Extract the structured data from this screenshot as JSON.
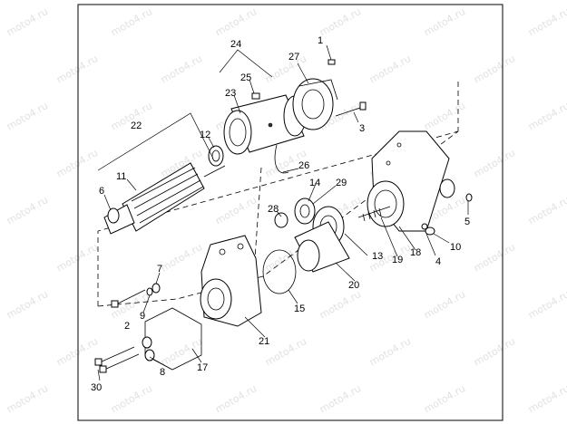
{
  "diagram": {
    "callouts": [
      "1",
      "2",
      "3",
      "4",
      "5",
      "6",
      "7",
      "8",
      "9",
      "10",
      "11",
      "12",
      "13",
      "14",
      "15",
      "17",
      "18",
      "19",
      "20",
      "21",
      "22",
      "23",
      "24",
      "25",
      "26",
      "27",
      "28",
      "29",
      "30"
    ],
    "watermark": "moto4.ru"
  }
}
